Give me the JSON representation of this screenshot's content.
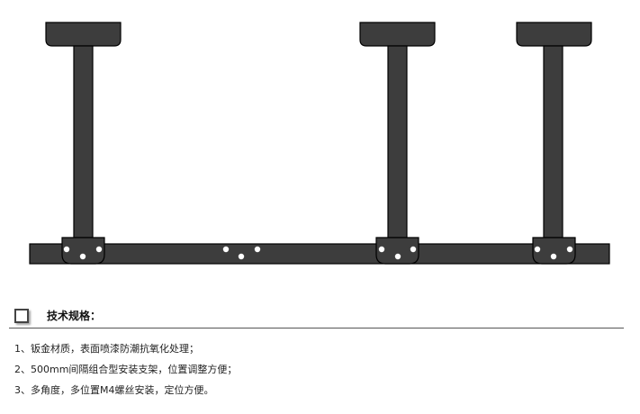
{
  "diagram": {
    "bar_fill": "#3d3d3d",
    "outline": "#000000",
    "hole_color": "#ffffff"
  },
  "specs": {
    "title": "技术规格：",
    "items": [
      "1、钣金材质，表面喷漆防潮抗氧化处理；",
      "2、500mm间隔组合型安装支架，位置调整方便；",
      "3、多角度，多位置M4螺丝安装，定位方便。"
    ]
  }
}
